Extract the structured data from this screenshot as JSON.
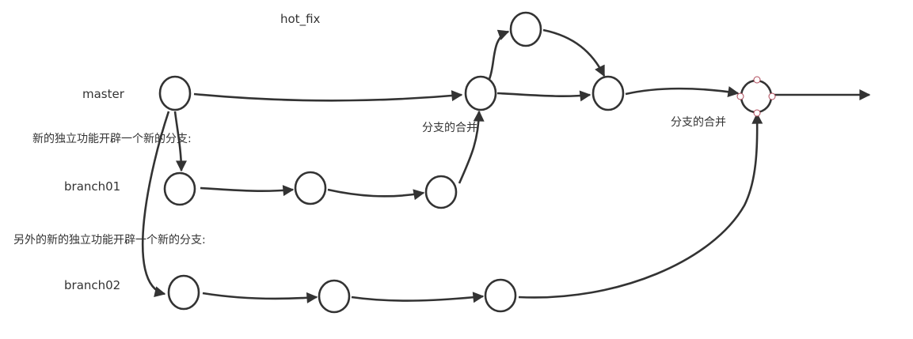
{
  "labels": {
    "hotfix": "hot_fix",
    "master": "master",
    "branch01": "branch01",
    "branch02": "branch02",
    "note_new_branch": "新的独立功能开辟一个新的分支:",
    "note_other_branch": "另外的新的独立功能开辟一个新的分支:",
    "merge_1": "分支的合并",
    "merge_2": "分支的合并"
  },
  "colors": {
    "stroke": "#333333",
    "handle": "#b04a5a",
    "background": "#ffffff"
  }
}
